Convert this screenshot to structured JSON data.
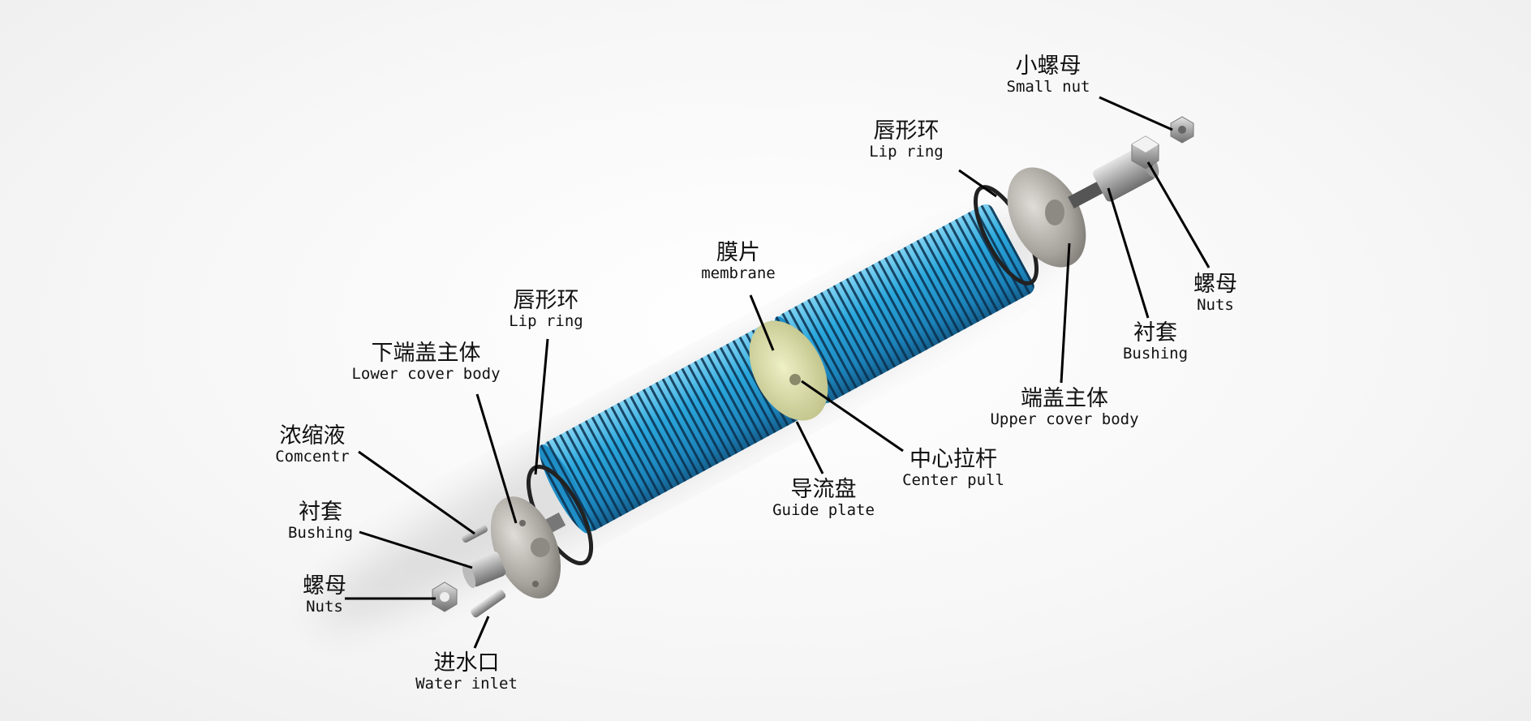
{
  "labels": {
    "small_nut": {
      "cn": "小螺母",
      "en": "Small nut"
    },
    "lip_ring_upper": {
      "cn": "唇形环",
      "en": "Lip ring"
    },
    "nuts_upper": {
      "cn": "螺母",
      "en": "Nuts"
    },
    "bushing_upper": {
      "cn": "衬套",
      "en": "Bushing"
    },
    "upper_cover_body": {
      "cn": "端盖主体",
      "en": "Upper cover body"
    },
    "membrane": {
      "cn": "膜片",
      "en": "membrane"
    },
    "center_pull": {
      "cn": "中心拉杆",
      "en": "Center pull"
    },
    "guide_plate": {
      "cn": "导流盘",
      "en": "Guide plate"
    },
    "lip_ring_lower": {
      "cn": "唇形环",
      "en": "Lip ring"
    },
    "lower_cover_body": {
      "cn": "下端盖主体",
      "en": "Lower cover body"
    },
    "concentrate": {
      "cn": "浓缩液",
      "en": "Comcentr"
    },
    "bushing_lower": {
      "cn": "衬套",
      "en": "Bushing"
    },
    "nuts_lower": {
      "cn": "螺母",
      "en": "Nuts"
    },
    "water_inlet": {
      "cn": "进水口",
      "en": "Water inlet"
    }
  },
  "colors": {
    "membrane_blue": "#2aa7dc",
    "groove": "#0b3a5c",
    "metal": "#a9a9a9",
    "guide_plate": "#d8d9a2"
  }
}
